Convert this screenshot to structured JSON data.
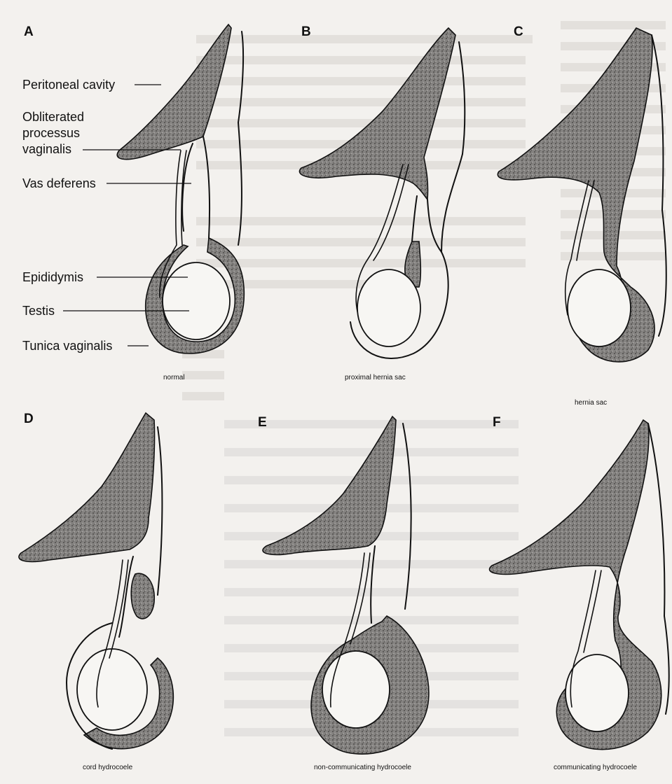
{
  "panels": [
    {
      "letter": "A",
      "caption": "normal"
    },
    {
      "letter": "B",
      "caption": "proximal hernia sac"
    },
    {
      "letter": "C",
      "caption": "hernia sac"
    },
    {
      "letter": "D",
      "caption": "cord hydrocoele"
    },
    {
      "letter": "E",
      "caption": "non-communicating hydrocoele"
    },
    {
      "letter": "F",
      "caption": "communicating hydrocoele"
    }
  ],
  "labels": {
    "peritoneal_cavity": "Peritoneal cavity",
    "obliterated_1": "Obliterated",
    "obliterated_2": "processus",
    "obliterated_3": "vaginalis",
    "vas_deferens": "Vas deferens",
    "epididymis": "Epididymis",
    "testis": "Testis",
    "tunica_vaginalis": "Tunica vaginalis"
  },
  "colors": {
    "background": "#f3f1ee",
    "stipple": "#7c7a78",
    "bleed_text": "#8d8b88",
    "ink": "#111111"
  }
}
